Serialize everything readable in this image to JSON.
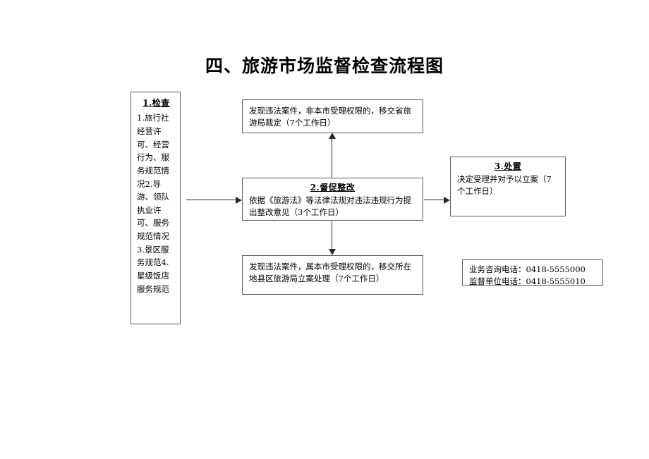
{
  "page": {
    "title": "四、旅游市场监督检查流程图",
    "background_color": "#ffffff",
    "line_color": "#5a5a5a",
    "arrow_color": "#2b2b2b"
  },
  "flowchart": {
    "type": "flowchart",
    "nodes": [
      {
        "id": "inspection",
        "heading": "1.检查",
        "body": "1.旅行社经营许可、经营行为、服务规范情况2.导游、领队执业许可、服务规范情况3.景区服务规范4.星级饭店服务规范"
      },
      {
        "id": "provincial",
        "heading": "",
        "body": "发现违法案件，非本市受理权限的，移交省旅游局裁定（7个工作日）"
      },
      {
        "id": "rectify",
        "heading": "2.督促整改",
        "body": "依据《旅游法》等法律法规对违法违规行为提出整改意见（3个工作日）"
      },
      {
        "id": "disposal",
        "heading": "3.处置",
        "body": "决定受理并对予以立案（7个工作日）"
      },
      {
        "id": "local",
        "heading": "",
        "body": "发现违法案件，属本市受理权限的，移交所在地县区旅游局立案处理（7个工作日）"
      }
    ],
    "edges": [
      {
        "from": "inspection",
        "to": "rectify",
        "direction": "right"
      },
      {
        "from": "rectify",
        "to": "provincial",
        "direction": "up"
      },
      {
        "from": "rectify",
        "to": "local",
        "direction": "down"
      },
      {
        "from": "rectify",
        "to": "disposal",
        "direction": "right"
      }
    ]
  },
  "contact": {
    "line1": "业务咨询电话：0418-5555000",
    "line2": "监督单位电话：0418-5555010"
  }
}
